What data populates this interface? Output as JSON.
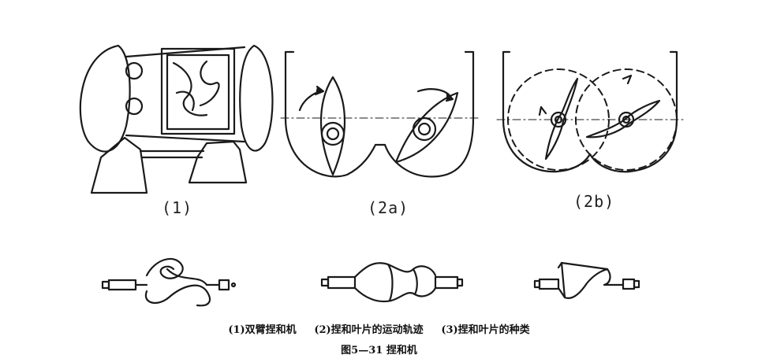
{
  "panels": {
    "p1": {
      "label": "(1)"
    },
    "p2a": {
      "label": "(2a)"
    },
    "p2b": {
      "label": "(2b)"
    }
  },
  "caption": {
    "items": [
      "(1)双臂捏和机",
      "(2)捏和叶片的运动轨迹",
      "(3)捏和叶片的种类"
    ],
    "title": "图5—31 捏和机"
  },
  "colors": {
    "ink": "#1a1a1a",
    "paper": "#ffffff"
  }
}
